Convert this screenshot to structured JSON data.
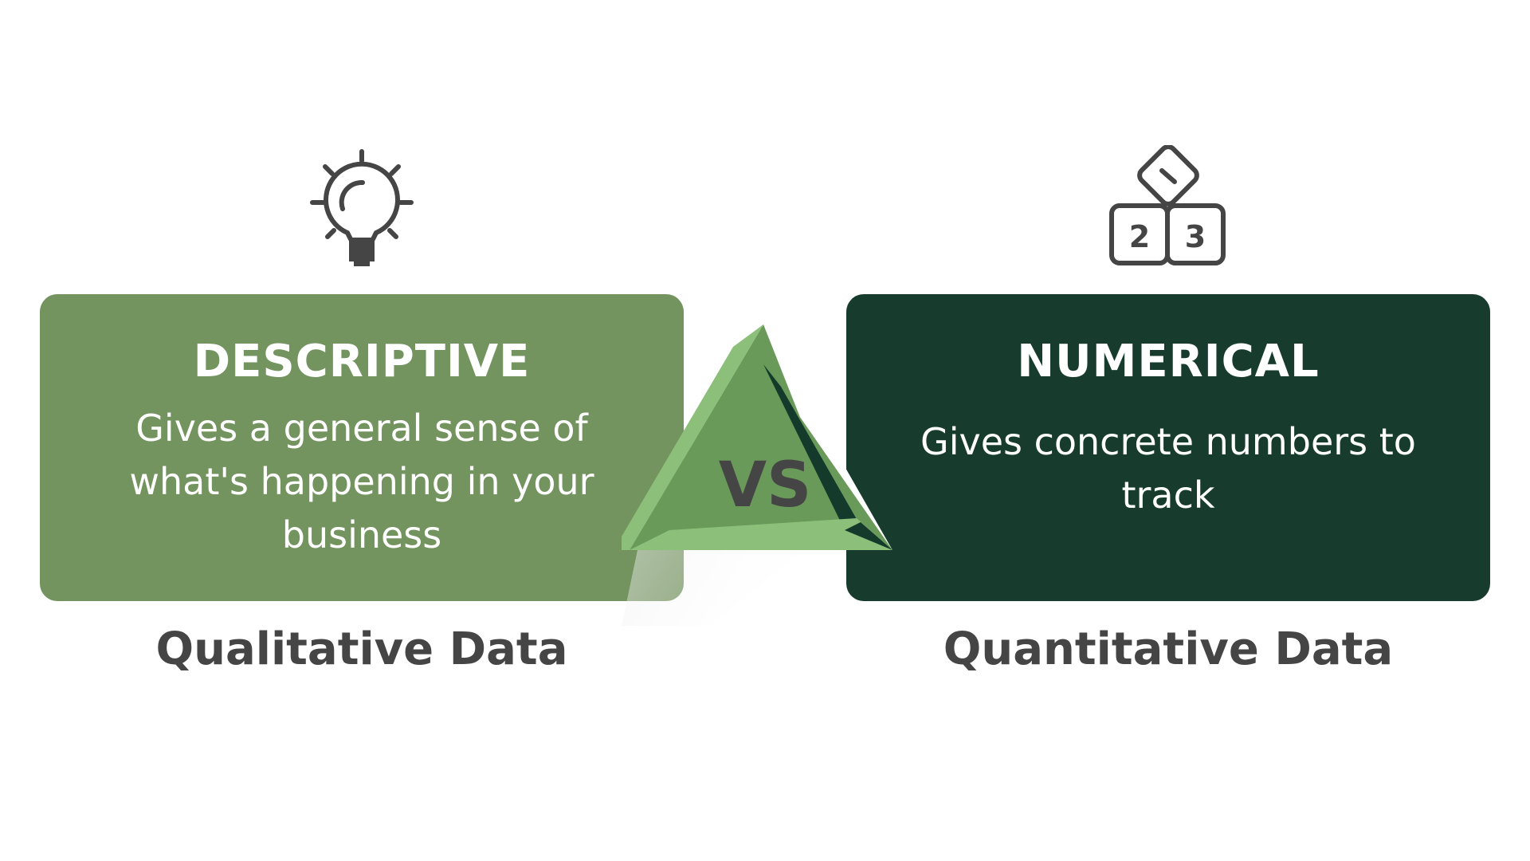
{
  "left": {
    "icon": "lightbulb-icon",
    "title": "DESCRIPTIVE",
    "body": "Gives a general sense of what's happening in your business",
    "label": "Qualitative Data",
    "color": "#73935f"
  },
  "center": {
    "text": "VS",
    "colors": {
      "light": "#8cc07a",
      "mid": "#6a9a5a",
      "dark": "#133a2a"
    }
  },
  "right": {
    "icon": "number-blocks-icon",
    "title": "NUMERICAL",
    "body": "Gives concrete numbers to track",
    "label": "Quantitative Data",
    "color": "#173c2d",
    "icon_digits": [
      "1",
      "2",
      "3"
    ]
  }
}
